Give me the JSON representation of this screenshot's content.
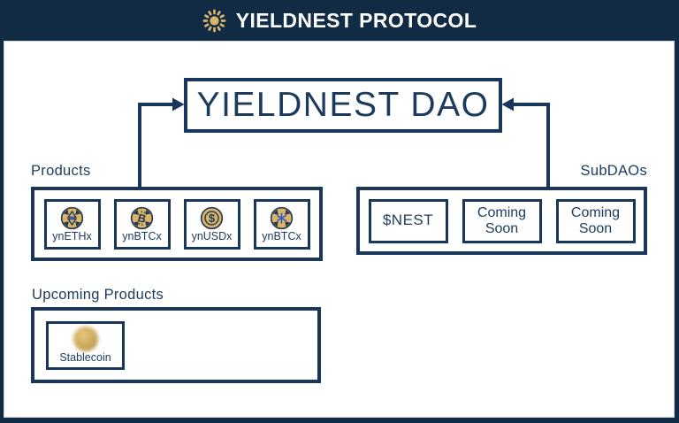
{
  "colors": {
    "navy_frame": "#122b44",
    "navy_line": "#18375a",
    "text_navy": "#1d3d60",
    "gold": "#d9b469",
    "accent_blue": "#3558c8",
    "white": "#ffffff"
  },
  "header": {
    "title": "YIELDNEST PROTOCOL",
    "logo_icon": "sun-icon"
  },
  "dao": {
    "label": "YIELDNEST DAO"
  },
  "products": {
    "label": "Products",
    "items": [
      {
        "label": "ynETHx",
        "icon": "eth-coin-icon"
      },
      {
        "label": "ynBTCx",
        "icon": "btc-coin-icon"
      },
      {
        "label": "ynUSDx",
        "icon": "usd-coin-icon"
      },
      {
        "label": "ynBTCx",
        "icon": "btc-snowflake-coin-icon"
      }
    ]
  },
  "subdaos": {
    "label": "SubDAOs",
    "items": [
      {
        "label": "$NEST"
      },
      {
        "label": "Coming Soon"
      },
      {
        "label": "Coming Soon"
      }
    ]
  },
  "upcoming": {
    "label": "Upcoming Products",
    "items": [
      {
        "label": "Stablecoin",
        "icon": "blurred-gold-coin-icon"
      }
    ]
  }
}
